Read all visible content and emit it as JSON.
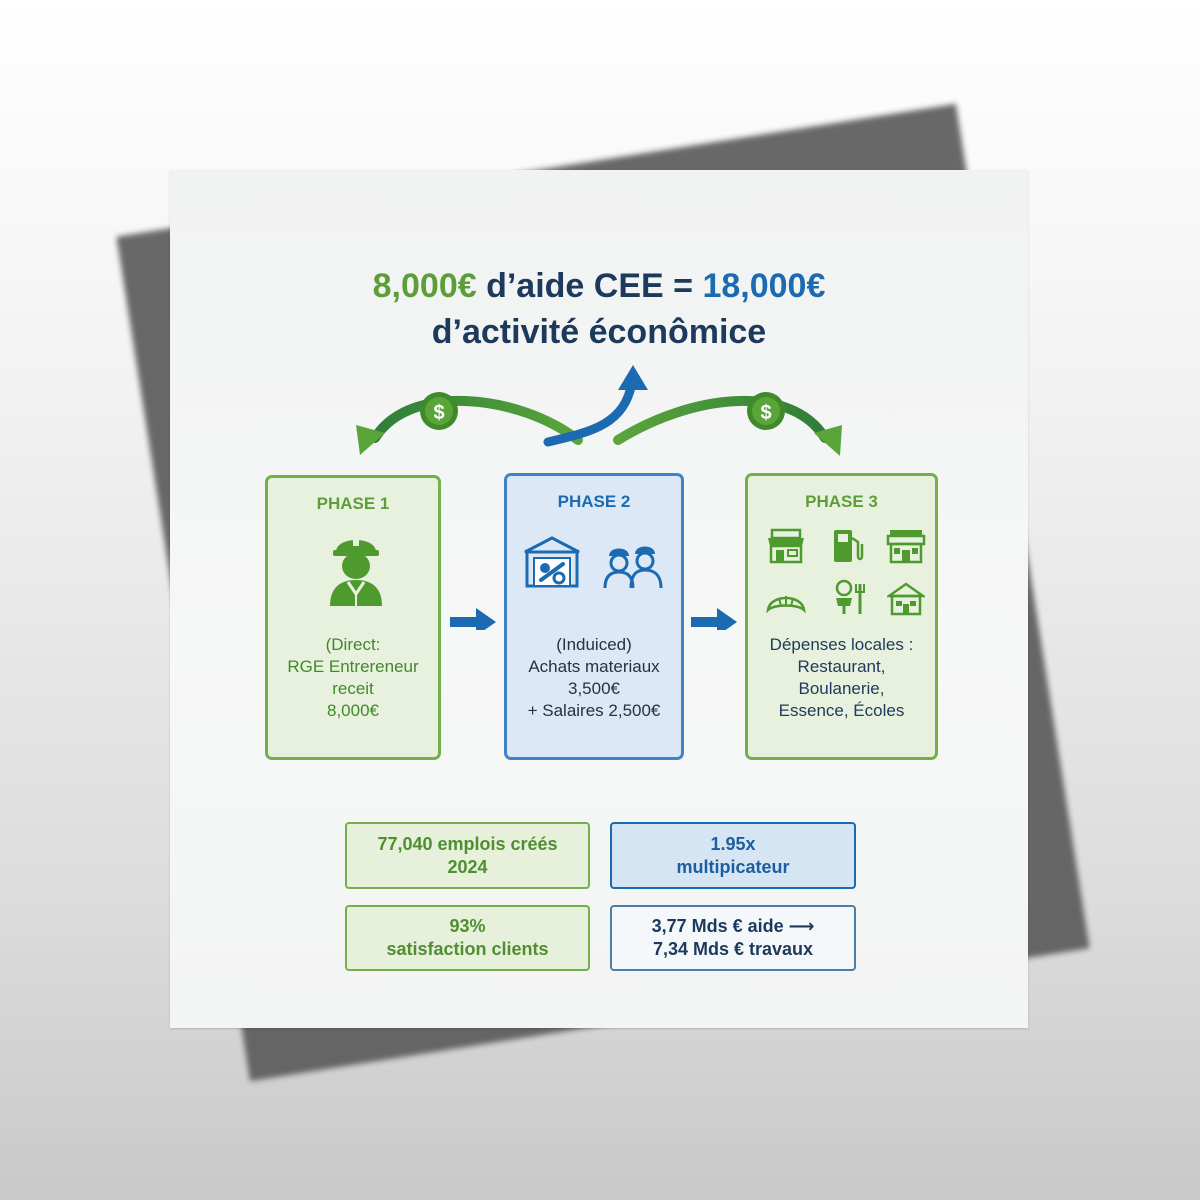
{
  "title": {
    "amount_aid": "8,000€",
    "mid_text": " d’aide CEE = ",
    "amount_activity": "18,000€",
    "line2": "d’activité éconômice"
  },
  "colors": {
    "green": "#5d9e3a",
    "blue": "#1c6bb2",
    "navy": "#1d3a5c"
  },
  "coin_symbol": "$",
  "phases": [
    {
      "title": "PHASE 1",
      "text": "(Direct:\nRGE Entrereneur\nreceit\n8,000€",
      "icons": [
        "construction-worker-icon"
      ]
    },
    {
      "title": "PHASE 2",
      "text": "(Induiced)\nAchats materiaux\n3,500€\n+ Salaires 2,500€",
      "icons": [
        "garage-tools-icon",
        "workers-team-icon"
      ]
    },
    {
      "title": "PHASE 3",
      "text": "Dépenses locales :\nRestaurant,\nBoulanerie,\nEssence, Écoles",
      "icons": [
        "shop-icon",
        "gas-pump-icon",
        "store-icon",
        "croissant-icon",
        "dining-icon",
        "school-icon"
      ]
    }
  ],
  "stats": [
    {
      "line1": "77,040 emplois créés",
      "line2": "2024"
    },
    {
      "line1": "1.95x",
      "line2": "multipicateur"
    },
    {
      "line1": "93%",
      "line2": "satisfaction clients"
    },
    {
      "line1": "3,77 Mds € aide ⟶",
      "line2": "7,34 Mds € travaux"
    }
  ]
}
